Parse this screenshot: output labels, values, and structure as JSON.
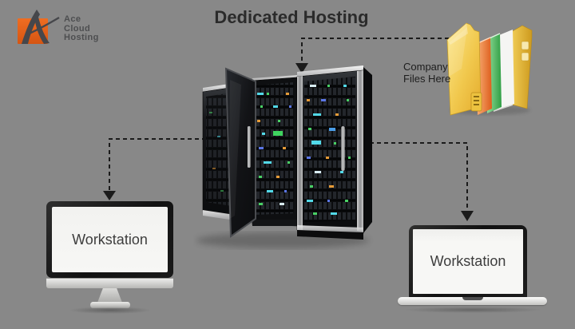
{
  "logo": {
    "icon": "ace-cloud-hosting-logo-mark",
    "lines": [
      "Ace",
      "Cloud",
      "Hosting"
    ],
    "accent_color": "#e2601c"
  },
  "diagram": {
    "title": "Dedicated Hosting",
    "folder": {
      "caption": "Company Files Here",
      "icon": "folder-with-files-icon"
    },
    "server": {
      "icon": "server-rack-cluster-icon"
    },
    "workstations": [
      {
        "label": "Workstation",
        "icon": "desktop-monitor-icon"
      },
      {
        "label": "Workstation",
        "icon": "laptop-icon"
      }
    ],
    "connectors": [
      {
        "name": "folder-to-server",
        "style": "dashed-arrow-down"
      },
      {
        "name": "server-to-left-workstation",
        "style": "dashed-arrow-down"
      },
      {
        "name": "server-to-right-workstation",
        "style": "dashed-arrow-down"
      }
    ]
  },
  "colors": {
    "logo_accent": "#e2601c",
    "connector": "#1b1b1b",
    "folder_yellow": "#f2c94c",
    "background_top": "#f4f4f1",
    "background_bottom": "#d5d3ce"
  }
}
